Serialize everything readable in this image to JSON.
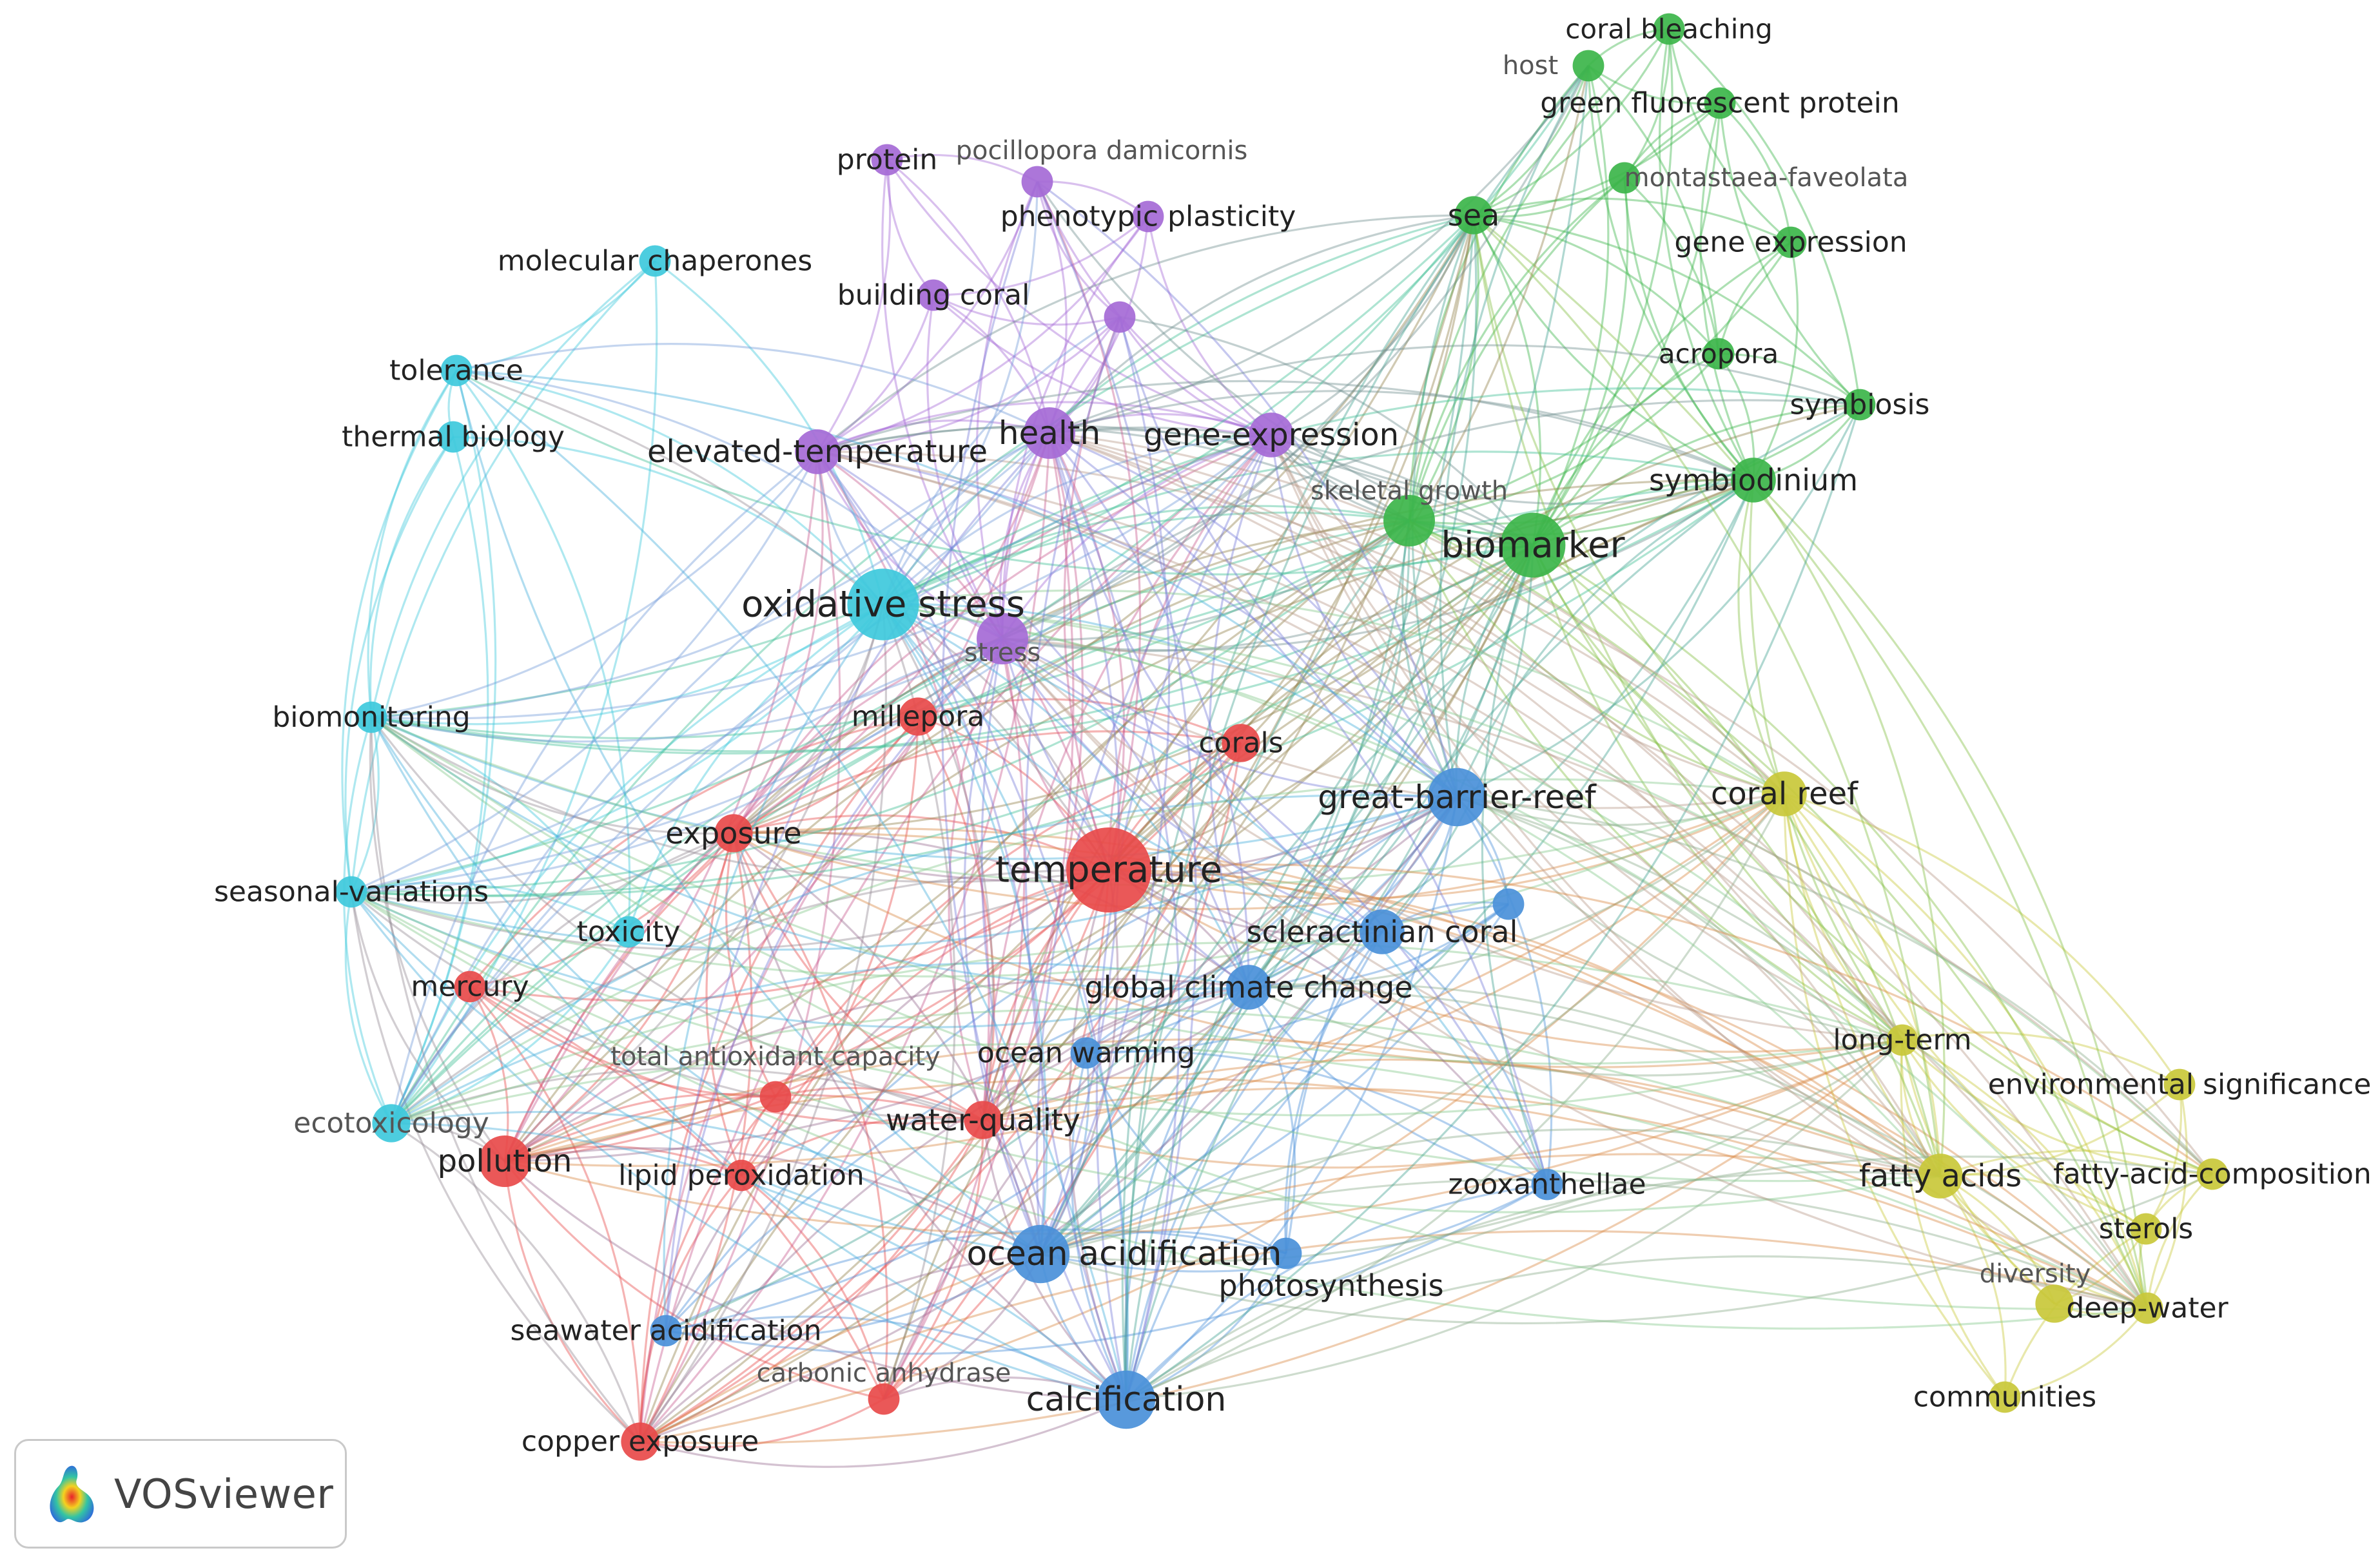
{
  "app": {
    "brand": "VOSviewer",
    "logo_icon": "vosviewer-logo-icon"
  },
  "clusters": {
    "red": "#e84a4a",
    "green": "#3cb54a",
    "blue": "#4a90d9",
    "yellow": "#c9c83a",
    "purple": "#a56ad6",
    "cyan": "#3ec9dc"
  },
  "nodes": [
    {
      "id": "temperature",
      "label": "temperature",
      "cluster": "red",
      "weight": 10
    },
    {
      "id": "millepora",
      "label": "millepora",
      "cluster": "red",
      "weight": 3
    },
    {
      "id": "corals",
      "label": "corals",
      "cluster": "red",
      "weight": 3
    },
    {
      "id": "exposure",
      "label": "exposure",
      "cluster": "red",
      "weight": 3
    },
    {
      "id": "mercury",
      "label": "mercury",
      "cluster": "red",
      "weight": 2
    },
    {
      "id": "total-antioxidant-capacity",
      "label": "total antioxidant capacity",
      "cluster": "red",
      "weight": 2,
      "small": true
    },
    {
      "id": "water-quality",
      "label": "water-quality",
      "cluster": "red",
      "weight": 3
    },
    {
      "id": "pollution",
      "label": "pollution",
      "cluster": "red",
      "weight": 5
    },
    {
      "id": "lipid-peroxidation",
      "label": "lipid peroxidation",
      "cluster": "red",
      "weight": 2
    },
    {
      "id": "carbonic-anhydrase",
      "label": "carbonic anhydrase",
      "cluster": "red",
      "weight": 2,
      "small": true
    },
    {
      "id": "copper-exposure",
      "label": "copper exposure",
      "cluster": "red",
      "weight": 3
    },
    {
      "id": "coral-bleaching",
      "label": "coral bleaching",
      "cluster": "green",
      "weight": 2
    },
    {
      "id": "host",
      "label": "host",
      "cluster": "green",
      "weight": 2,
      "small": true
    },
    {
      "id": "green-fluorescent-protein",
      "label": "green fluorescent protein",
      "cluster": "green",
      "weight": 2
    },
    {
      "id": "montastaea-faveolata",
      "label": "montastaea-faveolata",
      "cluster": "green",
      "weight": 2,
      "small": true
    },
    {
      "id": "sea",
      "label": "sea",
      "cluster": "green",
      "weight": 3
    },
    {
      "id": "gene-expression-green",
      "label": "gene expression",
      "cluster": "green",
      "weight": 2
    },
    {
      "id": "acropora",
      "label": "acropora",
      "cluster": "green",
      "weight": 2
    },
    {
      "id": "symbiosis",
      "label": "symbiosis",
      "cluster": "green",
      "weight": 2
    },
    {
      "id": "symbiodinium",
      "label": "symbiodinium",
      "cluster": "green",
      "weight": 4
    },
    {
      "id": "skeletal-growth",
      "label": "skeletal growth",
      "cluster": "green",
      "weight": 5,
      "small": true
    },
    {
      "id": "biomarker",
      "label": "biomarker",
      "cluster": "green",
      "weight": 7
    },
    {
      "id": "great-barrier-reef",
      "label": "great-barrier-reef",
      "cluster": "blue",
      "weight": 6
    },
    {
      "id": "blue-unlabeled",
      "label": "",
      "cluster": "blue",
      "weight": 2
    },
    {
      "id": "scleractinian-coral",
      "label": "scleractinian coral",
      "cluster": "blue",
      "weight": 4
    },
    {
      "id": "global-climate-change",
      "label": "global climate change",
      "cluster": "blue",
      "weight": 4
    },
    {
      "id": "ocean-warming",
      "label": "ocean warming",
      "cluster": "blue",
      "weight": 2
    },
    {
      "id": "zooxanthellae",
      "label": "zooxanthellae",
      "cluster": "blue",
      "weight": 2
    },
    {
      "id": "ocean-acidification",
      "label": "ocean acidification",
      "cluster": "blue",
      "weight": 6
    },
    {
      "id": "photosynthesis",
      "label": "photosynthesis",
      "cluster": "blue",
      "weight": 2
    },
    {
      "id": "seawater-acidification",
      "label": "seawater acidification",
      "cluster": "blue",
      "weight": 2
    },
    {
      "id": "calcification",
      "label": "calcification",
      "cluster": "blue",
      "weight": 6
    },
    {
      "id": "coral-reef",
      "label": "coral reef",
      "cluster": "yellow",
      "weight": 4
    },
    {
      "id": "long-term",
      "label": "long-term",
      "cluster": "yellow",
      "weight": 2
    },
    {
      "id": "environmental-significance",
      "label": "environmental significance",
      "cluster": "yellow",
      "weight": 2
    },
    {
      "id": "fatty-acids",
      "label": "fatty acids",
      "cluster": "yellow",
      "weight": 4
    },
    {
      "id": "fatty-acid-composition",
      "label": "fatty-acid-composition",
      "cluster": "yellow",
      "weight": 2
    },
    {
      "id": "sterols",
      "label": "sterols",
      "cluster": "yellow",
      "weight": 2
    },
    {
      "id": "diversity",
      "label": "diversity",
      "cluster": "yellow",
      "weight": 3,
      "small": true
    },
    {
      "id": "deep-water",
      "label": "deep-water",
      "cluster": "yellow",
      "weight": 2
    },
    {
      "id": "communities",
      "label": "communities",
      "cluster": "yellow",
      "weight": 2
    },
    {
      "id": "protein",
      "label": "protein",
      "cluster": "purple",
      "weight": 2
    },
    {
      "id": "pocillopora-damicornis",
      "label": "pocillopora damicornis",
      "cluster": "purple",
      "weight": 2,
      "small": true
    },
    {
      "id": "phenotypic-plasticity",
      "label": "phenotypic plasticity",
      "cluster": "purple",
      "weight": 2
    },
    {
      "id": "building-coral",
      "label": "building coral",
      "cluster": "purple",
      "weight": 2
    },
    {
      "id": "purple-unlabeled",
      "label": "",
      "cluster": "purple",
      "weight": 2
    },
    {
      "id": "elevated-temperature",
      "label": "elevated-temperature",
      "cluster": "purple",
      "weight": 4
    },
    {
      "id": "health",
      "label": "health",
      "cluster": "purple",
      "weight": 5
    },
    {
      "id": "gene-expression-purple",
      "label": "gene-expression",
      "cluster": "purple",
      "weight": 4
    },
    {
      "id": "stress",
      "label": "stress",
      "cluster": "purple",
      "weight": 5,
      "small": true
    },
    {
      "id": "molecular-chaperones",
      "label": "molecular chaperones",
      "cluster": "cyan",
      "weight": 2
    },
    {
      "id": "tolerance",
      "label": "tolerance",
      "cluster": "cyan",
      "weight": 2
    },
    {
      "id": "thermal-biology",
      "label": "thermal biology",
      "cluster": "cyan",
      "weight": 2
    },
    {
      "id": "oxidative-stress",
      "label": "oxidative stress",
      "cluster": "cyan",
      "weight": 8
    },
    {
      "id": "biomonitoring",
      "label": "biomonitoring",
      "cluster": "cyan",
      "weight": 2
    },
    {
      "id": "seasonal-variations",
      "label": "seasonal-variations",
      "cluster": "cyan",
      "weight": 2
    },
    {
      "id": "toxicity",
      "label": "toxicity",
      "cluster": "cyan",
      "weight": 2
    },
    {
      "id": "ecotoxicology",
      "label": "ecotoxicology",
      "cluster": "cyan",
      "weight": 3,
      "small": true
    }
  ]
}
